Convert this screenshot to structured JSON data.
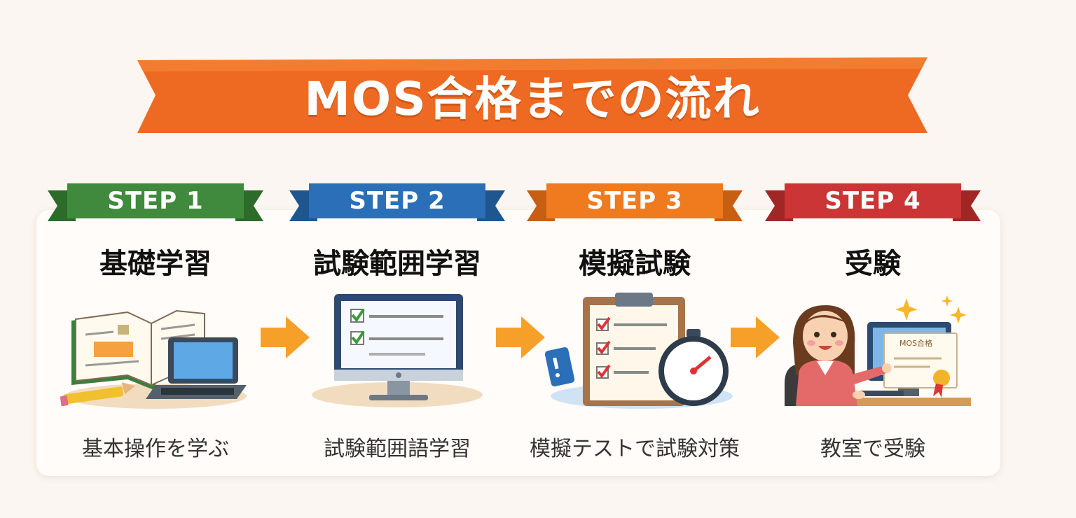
{
  "title": "MOS合格までの流れ",
  "colors": {
    "banner": "#ee6a22",
    "step1": "#3f8a3c",
    "step2": "#2a6fb8",
    "step3": "#f07a1e",
    "step4": "#cc3535",
    "arrow": "#f6a02a"
  },
  "steps": [
    {
      "label": "STEP 1",
      "title": "基礎学習",
      "desc": "基本操作を学ぶ",
      "icon": "book-laptop-icon"
    },
    {
      "label": "STEP 2",
      "title": "試験範囲学習",
      "desc": "試験範囲語学習",
      "icon": "monitor-checklist-icon"
    },
    {
      "label": "STEP 3",
      "title": "模擬試験",
      "desc": "模擬テストで試験対策",
      "icon": "clipboard-stopwatch-icon"
    },
    {
      "label": "STEP 4",
      "title": "受験",
      "desc": "教室で受験",
      "icon": "woman-certificate-icon",
      "certificate_text": "MOS合格"
    }
  ]
}
